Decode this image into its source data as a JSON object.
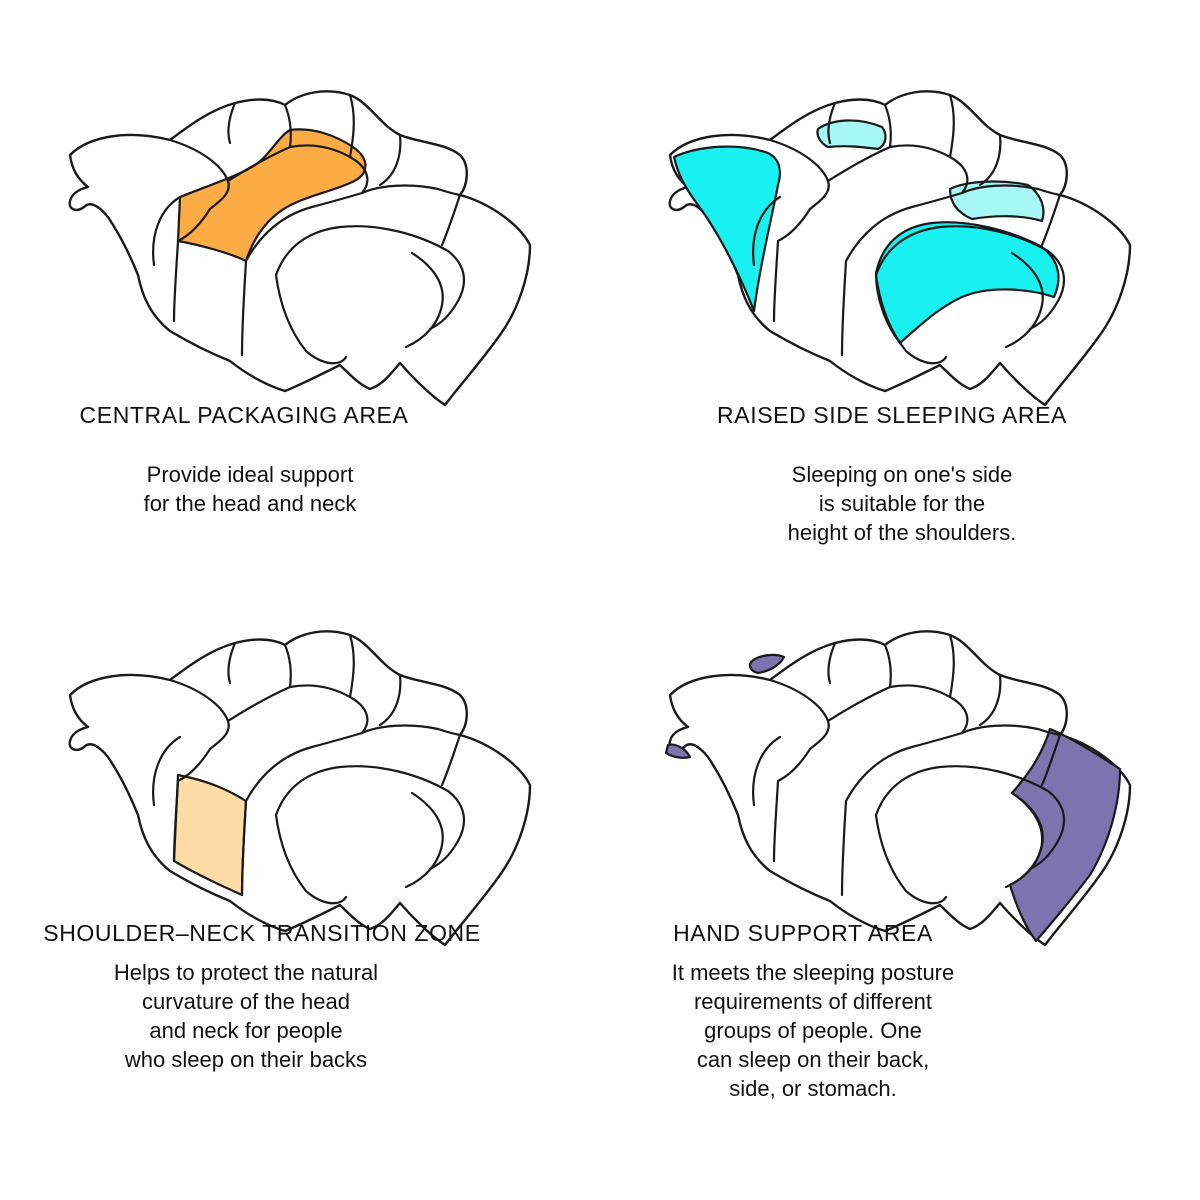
{
  "panels": [
    {
      "title": "CENTRAL PACKAGING AREA",
      "lines": [
        "Provide ideal support",
        "for the head and neck"
      ],
      "highlight": "center",
      "color": "#FBAC45"
    },
    {
      "title": "RAISED SIDE SLEEPING AREA",
      "lines": [
        "Sleeping on one's side",
        "is suitable for the",
        "height of the shoulders."
      ],
      "highlight": "sides",
      "color": "#19F0F0",
      "color_light": "#A8F7F7"
    },
    {
      "title": "SHOULDER–NECK TRANSITION ZONE",
      "lines": [
        "Helps to protect the natural",
        "curvature of the head",
        "and neck for people",
        "who sleep on their backs"
      ],
      "highlight": "front",
      "color": "#FFDBA6"
    },
    {
      "title": "HAND SUPPORT AREA",
      "lines": [
        "It meets the sleeping posture",
        "requirements of different",
        "groups of people. One",
        "can sleep on their back,",
        "side, or stomach."
      ],
      "highlight": "hand",
      "color": "#7D73AE"
    }
  ]
}
